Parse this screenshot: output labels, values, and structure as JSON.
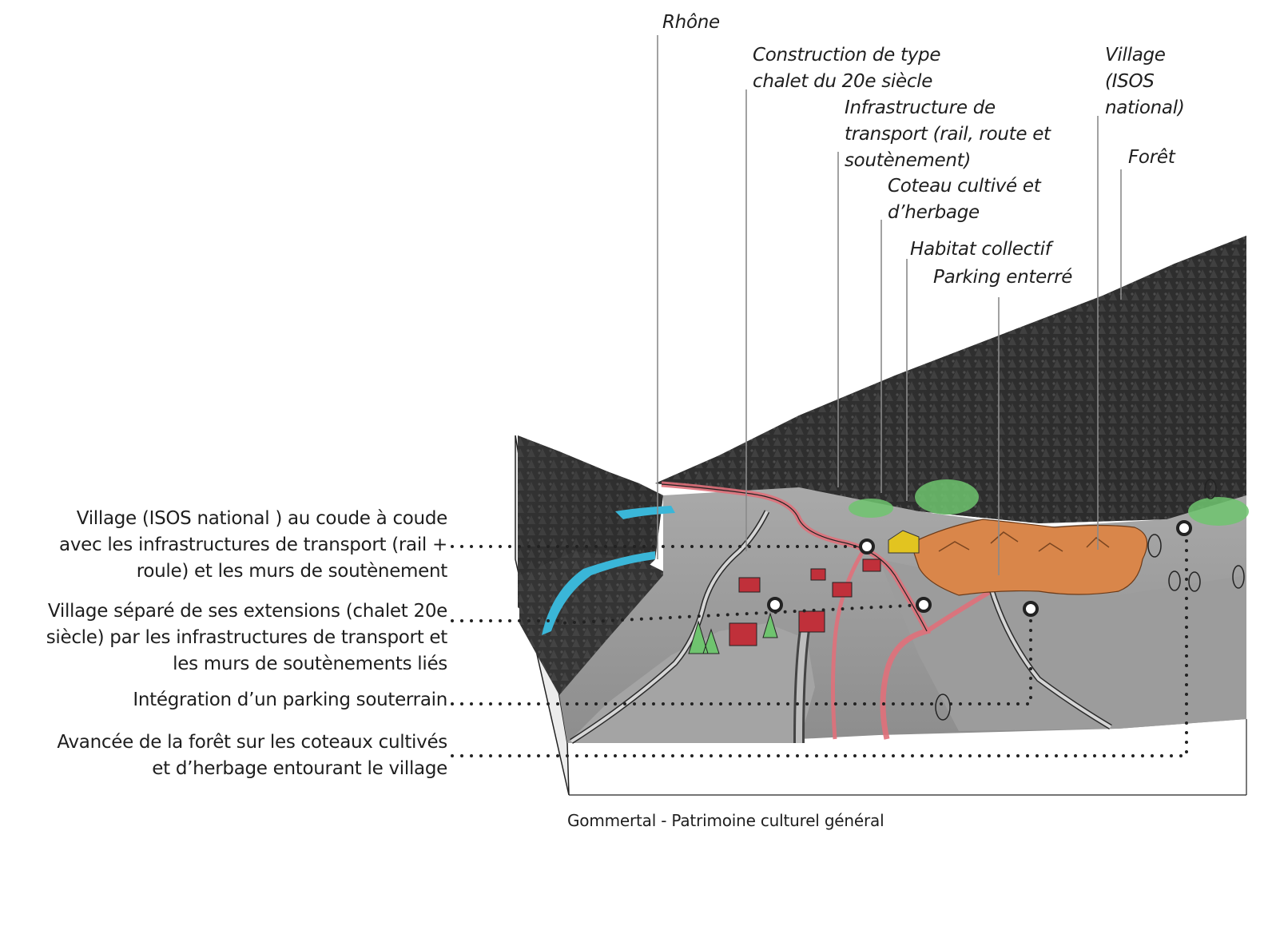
{
  "top_labels": {
    "rhone": "Rhône",
    "chalet": "Construction de type\nchalet du 20e siècle",
    "transport": "Infrastructure de\ntransport  (rail, route et\nsoutènement)",
    "coteau": "Coteau cultivé et\nd’herbage",
    "habitat": "Habitat collectif",
    "parking": "Parking enterré",
    "village": "Village\n(ISOS\nnational)",
    "foret": "Forêt"
  },
  "left_labels": {
    "item1": "Village (ISOS national ) au coude à coude\navec les infrastructures de transport (rail +\nroule) et les murs de soutènement",
    "item2": "Village séparé de ses extensions (chalet 20e\nsiècle) par les infrastructures de transport et\nles murs de soutènements liés",
    "item3": "Intégration d’un parking souterrain",
    "item4": "Avancée de la forêt sur les coteaux cultivés\net d’herbage entourant le village"
  },
  "caption": "Gommertal - Patrimoine culturel général",
  "colors": {
    "village_orange": "#d9864a",
    "transport_red": "#e0707a",
    "chalet_red": "#c0303a",
    "forest_green": "#6fc46f",
    "river_blue": "#3ab6d8",
    "habitat_yellow": "#e2c420"
  }
}
